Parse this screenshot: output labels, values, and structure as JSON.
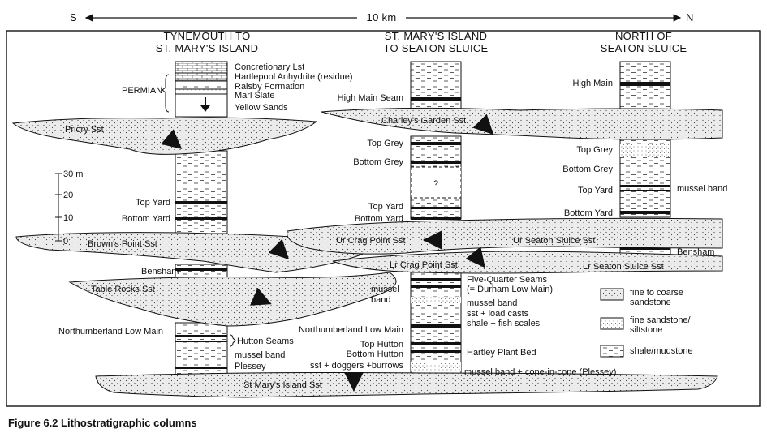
{
  "direction": {
    "south": "S",
    "north": "N",
    "distance": "10 km"
  },
  "columns": {
    "left": {
      "line1": "TYNEMOUTH TO",
      "line2": "ST. MARY'S ISLAND"
    },
    "middle": {
      "line1": "ST. MARY'S ISLAND",
      "line2": "TO SEATON SLUICE"
    },
    "right": {
      "line1": "NORTH OF",
      "line2": "SEATON SLUICE"
    }
  },
  "scale": {
    "ticks": [
      "30 m",
      "20",
      "10",
      "0"
    ]
  },
  "labels": {
    "permian": "PERMIAN",
    "concretionary_lst": "Concretionary Lst",
    "hartlepool": "Hartlepool Anhydrite (residue)",
    "raisby": "Raisby Formation",
    "marl_slate": "Marl Slate",
    "yellow_sands": "Yellow Sands",
    "priory_sst": "Priory Sst",
    "left_top_yard": "Top Yard",
    "left_bottom_yard": "Bottom Yard",
    "browns_point": "Brown's Point Sst",
    "left_bensham": "Bensham",
    "table_rocks": "Table Rocks Sst",
    "left_nlm": "Northumberland Low Main",
    "hutton_seams": "Hutton Seams",
    "left_mussel_band": "mussel band",
    "plessey": "Plessey",
    "st_marys_island_sst": "St Mary's Island Sst",
    "high_main_seam": "High Main Seam",
    "charleys_garden": "Charley's Garden Sst",
    "mid_top_grey": "Top Grey",
    "mid_bottom_grey": "Bottom Grey",
    "question": "?",
    "mid_top_yard": "Top Yard",
    "mid_bottom_yard": "Bottom Yard",
    "ur_crag_point": "Ur Crag Point Sst",
    "lr_crag_point": "Lr Crag Point Sst",
    "five_quarter": "Five-Quarter Seams",
    "durham_low_main": "(= Durham Low Main)",
    "mid_mussel_band_a": "mussel",
    "mid_mussel_band_b": "band",
    "mid_mussel_band_right": "mussel band",
    "sst_load_casts": "sst + load casts",
    "shale_fish": "shale + fish scales",
    "mid_nlm": "Northumberland Low Main",
    "top_hutton": "Top Hutton",
    "bottom_hutton": "Bottom Hutton",
    "hartley_plant_bed": "Hartley Plant Bed",
    "sst_doggers": "sst + doggers +burrows",
    "mussel_cone": "mussel band + cone-in-cone (Plessey)",
    "high_main": "High Main",
    "right_top_grey": "Top Grey",
    "right_bottom_grey": "Bottom Grey",
    "right_top_yard": "Top Yard",
    "right_mussel_band": "mussel band",
    "right_bottom_yard": "Bottom Yard",
    "ur_seaton_sluice": "Ur Seaton Sluice Sst",
    "right_bensham": "Bensham",
    "lr_seaton_sluice": "Lr Seaton Sluice Sst"
  },
  "legend": {
    "coarse_1": "fine to coarse",
    "coarse_2": "sandstone",
    "fine_1": "fine sandstone/",
    "fine_2": "siltstone",
    "shale": "shale/mudstone"
  },
  "caption": "Figure 6.2 Lithostratigraphic columns"
}
